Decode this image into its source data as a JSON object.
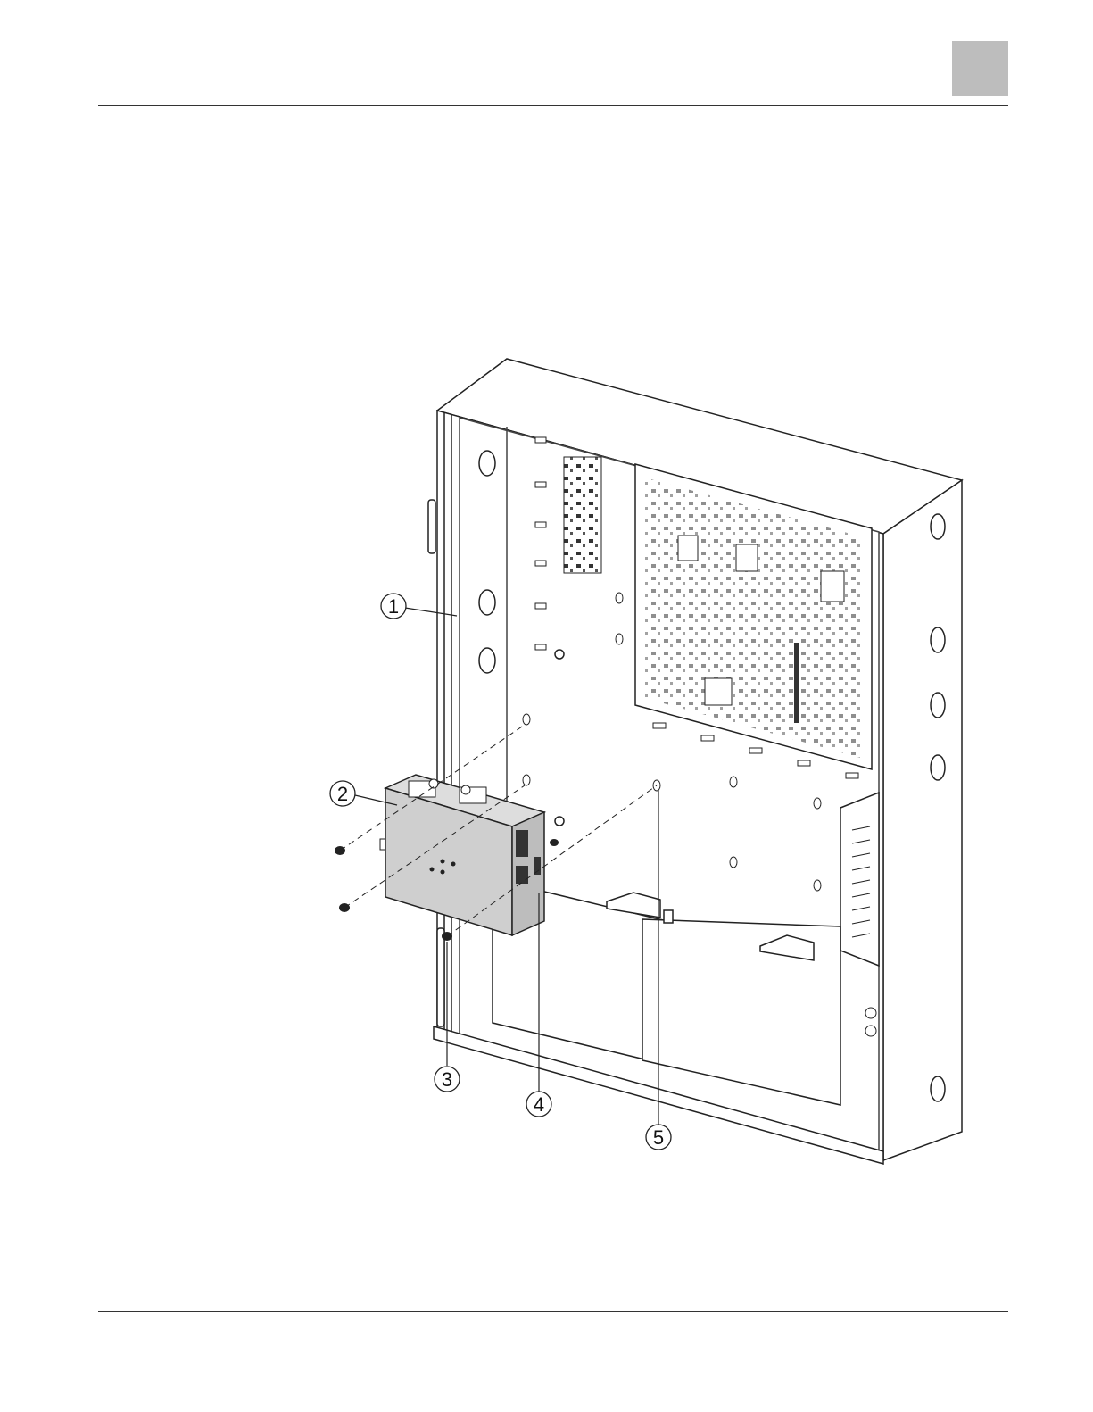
{
  "page": {
    "header_tab_color": "#bdbdbd",
    "rule_color": "#333333"
  },
  "diagram": {
    "callouts": [
      {
        "id": "c1",
        "label": "1"
      },
      {
        "id": "c2",
        "label": "2"
      },
      {
        "id": "c3",
        "label": "3"
      },
      {
        "id": "c4",
        "label": "4"
      },
      {
        "id": "c5",
        "label": "5"
      }
    ]
  }
}
